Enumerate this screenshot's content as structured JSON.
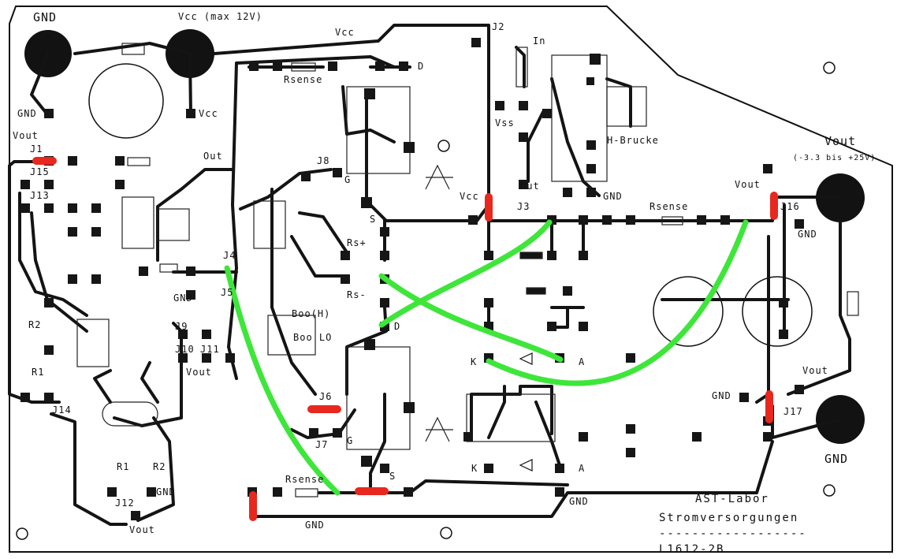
{
  "power_labels": {
    "gnd_top": "GND",
    "vcc_top": "Vcc (max 12V)",
    "vcc_trace": "Vcc",
    "gnd_pad": "GND",
    "vcc_pad": "Vcc",
    "vout_left": "Vout",
    "out": "Out"
  },
  "jumpers": {
    "j1": "J1",
    "j2": "J2",
    "j3": "J3",
    "j4": "J4",
    "j5": "J5",
    "j6": "J6",
    "j7": "J7",
    "j8": "J8",
    "j9": "J9",
    "j10": "J10",
    "j11": "J11",
    "j12": "J12",
    "j13": "J13",
    "j14": "J14",
    "j15": "J15",
    "j16": "J16",
    "j17": "J17"
  },
  "parts": {
    "rsense_top": "Rsense",
    "rsense_mid": "Rsense",
    "rsense_bottom": "Rsense",
    "d_top": "D",
    "d_mid": "D",
    "g_top": "G",
    "g_bottom": "G",
    "s_top": "S",
    "s_bottom": "S",
    "rs_plus": "Rs+",
    "rs_minus": "Rs-",
    "boo_hi": "Boo(H)",
    "boo_lo": "Boo LO",
    "in": "In",
    "vss": "Vss",
    "out_bridge": "Out",
    "hbrucke": "H-Brucke",
    "gnd_bridge": "GND",
    "vcc_mid": "Vcc",
    "r2_left": "R2",
    "r1_left": "R1",
    "r1_bottom": "R1",
    "r2_bottom": "R2",
    "gnd_j12": "GND",
    "vout_j12": "Vout",
    "gnd_left": "GND",
    "vout_j10": "Vout",
    "k_top": "K",
    "a_top": "A",
    "k_bottom": "K",
    "a_bottom": "A",
    "gnd_bottom_trace": "GND",
    "gnd_bottom_mid": "GND"
  },
  "right_labels": {
    "vout_title": "Vout",
    "vout_range": "(-3.3 bis +25V)",
    "vout_j16": "Vout",
    "gnd_j16": "GND",
    "gnd_j17": "GND",
    "vout_j17": "Vout",
    "gnd_big": "GND"
  },
  "title_block": {
    "line1": "AST-Labor",
    "line2": "Stromversorgungen",
    "dashes": "------------------",
    "code": "L1612-2B"
  },
  "colors": {
    "copper": "#141414",
    "jumper_red": "#e8271f",
    "wire_green": "#3ee63a",
    "board": "#ffffff"
  }
}
